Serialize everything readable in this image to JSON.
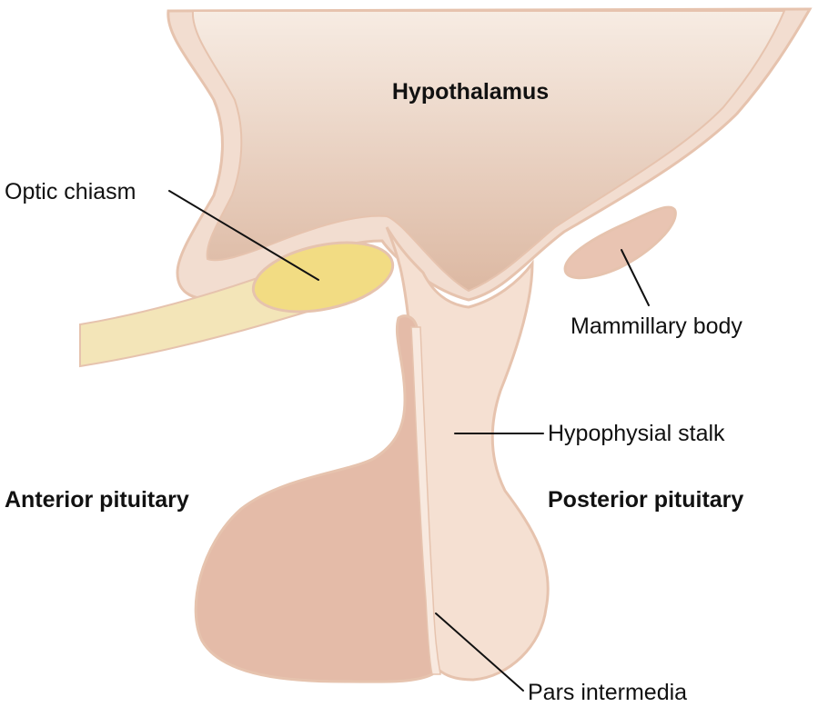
{
  "labels": {
    "hypothalamus": "Hypothalamus",
    "optic_chiasm": "Optic chiasm",
    "mammillary_body": "Mammillary body",
    "hypophysial_stalk": "Hypophysial stalk",
    "anterior_pituitary": "Anterior pituitary",
    "posterior_pituitary": "Posterior pituitary",
    "pars_intermedia": "Pars intermedia"
  },
  "colors": {
    "outline": "#e6c3ae",
    "hypothalamus_top": "#f7ece3",
    "hypothalamus_bottom": "#dcb8a2",
    "wall": "#f2ddd0",
    "posterior": "#f5e0d2",
    "anterior": "#e4bba8",
    "optic_nerve": "#f3e5b8",
    "optic_chiasm": "#f2dc83",
    "mammillary": "#e9c4b2",
    "text": "#111111"
  }
}
